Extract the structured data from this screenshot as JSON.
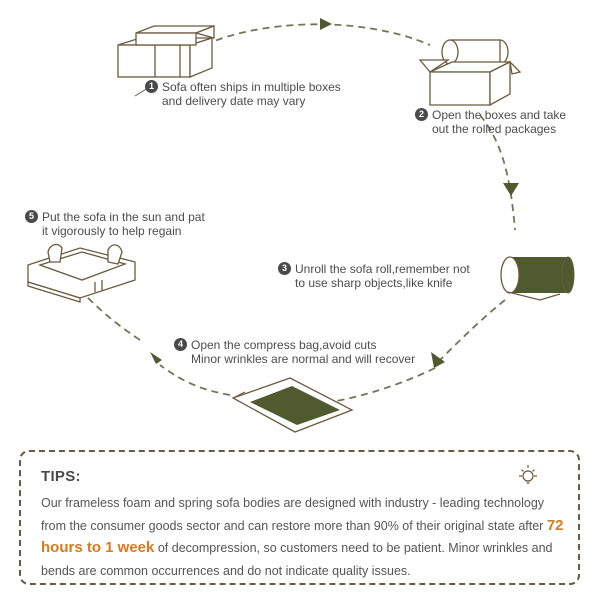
{
  "colors": {
    "olive": "#4f5a2e",
    "path": "#6b7a55",
    "outline": "#6b5a3e",
    "highlight": "#d87a1e"
  },
  "steps": [
    {
      "num": "1",
      "line1": "Sofa often ships in multiple boxes",
      "line2": "and delivery date may vary",
      "icon": "boxes-icon"
    },
    {
      "num": "2",
      "line1": "Open the boxes and take",
      "line2": "out the rolled packages",
      "icon": "open-box-icon"
    },
    {
      "num": "3",
      "line1": "Unroll the sofa roll,remember not",
      "line2": "to use sharp objects,like knife",
      "icon": "sofa-roll-icon"
    },
    {
      "num": "4",
      "line1": "Open the compress bag,avoid cuts",
      "line2": "Minor wrinkles are normal and will recover",
      "icon": "compress-bag-icon"
    },
    {
      "num": "5",
      "line1": "Put the sofa in the sun and pat",
      "line2": "it vigorously to help regain",
      "icon": "sofa-hands-icon"
    }
  ],
  "tips": {
    "title": "TIPS:",
    "text_before": "Our frameless foam and spring sofa bodies are designed with industry - leading technology from the consumer goods sector and can restore more than 90% of their original state after",
    "highlight": "72 hours to 1 week",
    "text_after": "of decompression, so customers need to be patient. Minor wrinkles and bends are common occurrences and do not indicate quality issues.",
    "icon": "lightbulb-icon"
  }
}
